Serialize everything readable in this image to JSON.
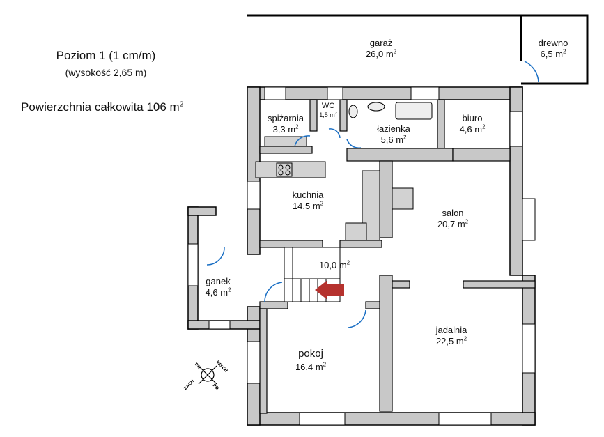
{
  "header": {
    "level_title": "Poziom 1 (1 cm/m)",
    "height_note": "(wysokość 2,65 m)",
    "total_area_label": "Powierzchnia całkowita 106 m",
    "total_area_sup": "2"
  },
  "rooms": {
    "garaz": {
      "name": "garaż",
      "area": "26,0 m"
    },
    "drewno": {
      "name": "drewno",
      "area": "6,5 m"
    },
    "spizarnia": {
      "name": "spiżarnia",
      "area": "3,3 m"
    },
    "wc": {
      "name": "WC",
      "area": "1,5 m"
    },
    "lazienka": {
      "name": "łazienka",
      "area": "5,6 m"
    },
    "biuro": {
      "name": "biuro",
      "area": "4,6 m"
    },
    "kuchnia": {
      "name": "kuchnia",
      "area": "14,5 m"
    },
    "salon": {
      "name": "salon",
      "area": "20,7 m"
    },
    "hall": {
      "name": "",
      "area": "10,0 m"
    },
    "ganek": {
      "name": "ganek",
      "area": "4,6 m"
    },
    "pokoj": {
      "name": "pokoj",
      "area": "16,4 m"
    },
    "jadalnia": {
      "name": "jadalnia",
      "area": "22,5 m"
    }
  },
  "sup2": "2",
  "compass": {
    "n": "PN",
    "e": "WSCH",
    "w": "ZACH",
    "s": "PD"
  },
  "colors": {
    "wall_fill": "#c8c8c8",
    "wall_stroke": "#000000",
    "door_arc": "#1a6fc4",
    "stair_arrow": "#b5322e"
  }
}
